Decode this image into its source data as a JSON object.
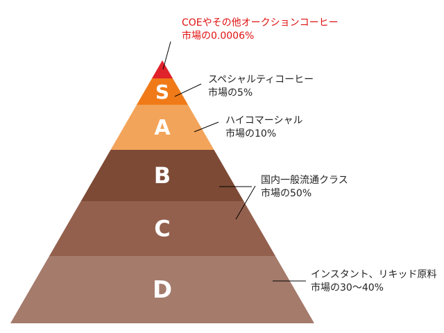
{
  "tiers": [
    {
      "letter": "",
      "color": "#e0222a",
      "title": "COEやその他オークションコーヒー",
      "share": "市場の0.0006%",
      "emphasis": true
    },
    {
      "letter": "S",
      "color": "#f07a18",
      "title": "スペシャルティコーヒー",
      "share": "市場の5%",
      "emphasis": false
    },
    {
      "letter": "A",
      "color": "#f2a45a",
      "title": "ハイコマーシャル",
      "share": "市場の10%",
      "emphasis": false
    },
    {
      "letter": "B",
      "color": "#7d4a36",
      "title": "国内一般流通クラス",
      "share": "市場の50%",
      "emphasis": false
    },
    {
      "letter": "C",
      "color": "#93604d",
      "title": "",
      "share": "",
      "emphasis": false
    },
    {
      "letter": "D",
      "color": "#a57b6c",
      "title": "インスタント、リキッド原料",
      "share": "市場の30～40%",
      "emphasis": false
    }
  ]
}
